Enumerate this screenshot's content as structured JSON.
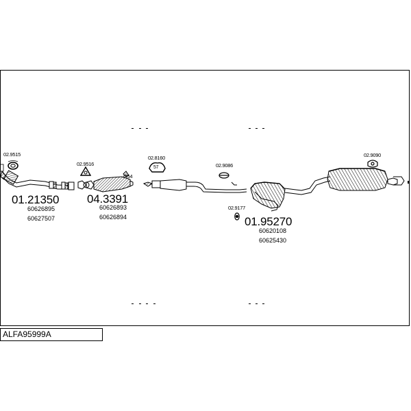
{
  "diagram": {
    "code": "ALFA95999A",
    "sections": [
      {
        "part": "01.21350",
        "refs": [
          "60626895",
          "60627507"
        ],
        "accessory": "02.9515"
      },
      {
        "part": "04.3391",
        "refs": [
          "60626893",
          "60626894"
        ],
        "accessory": "02.9516",
        "size_label": "Ø54"
      },
      {
        "accessory": "02.8160",
        "badge": "57"
      },
      {
        "accessory": "02.9086"
      },
      {
        "part": "01.95270",
        "refs": [
          "60620108",
          "60625430"
        ],
        "accessory": "02.9177"
      },
      {
        "accessory": "02.9090"
      }
    ]
  }
}
